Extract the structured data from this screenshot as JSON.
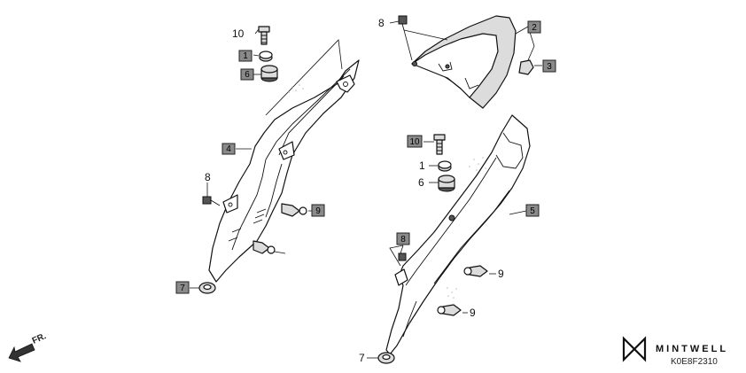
{
  "callouts": {
    "c10_left": "10",
    "c1_left": "1",
    "c6_left": "6",
    "c4_left": "4",
    "c8_left": "8",
    "c9_left": "9",
    "c7_left": "7",
    "c8_top": "8",
    "c2_top": "2",
    "c3_top": "3",
    "c10_right": "10",
    "c1_right": "1",
    "c6_right": "6",
    "c5_right": "5",
    "c9_right_a": "9",
    "c9_right_b": "9",
    "c7_right": "7",
    "c8_right": "8"
  },
  "direction": {
    "label": "FR."
  },
  "brand": {
    "name": "MINTWELL",
    "code": "K0E8F2310"
  },
  "colors": {
    "callout_fill": "#8a8a8a",
    "line": "#111111"
  }
}
